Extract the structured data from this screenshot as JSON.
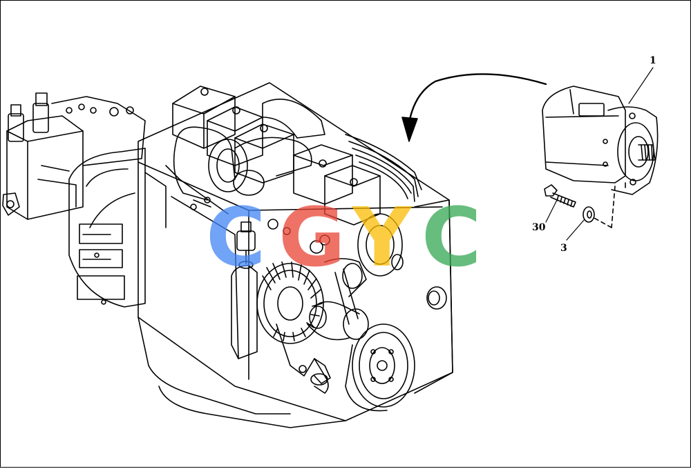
{
  "callouts": [
    {
      "id": "1",
      "label": "1"
    },
    {
      "id": "30",
      "label": "30"
    },
    {
      "id": "3",
      "label": "3"
    }
  ],
  "watermark": {
    "letters": [
      "C",
      "G",
      "Y",
      "C"
    ],
    "colors": [
      "#4285f4",
      "#ea4335",
      "#fbbc05",
      "#34a853"
    ]
  },
  "colors": {
    "line": "#000000",
    "background": "#ffffff"
  }
}
